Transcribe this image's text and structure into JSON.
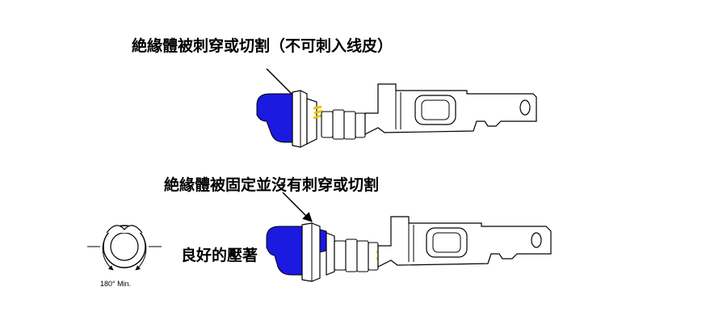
{
  "labels": {
    "top_caption": "絶緣體被刺穿或切割（不可刺入线皮）",
    "middle_caption": "絶緣體被固定並沒有刺穿或切割",
    "good_crimp": "良好的壓著",
    "angle": "180° Min."
  },
  "colors": {
    "insulation": "#1a1ae0",
    "wire_strands": "#e8c400",
    "outline": "#000000",
    "terminal_fill": "#ffffff"
  }
}
